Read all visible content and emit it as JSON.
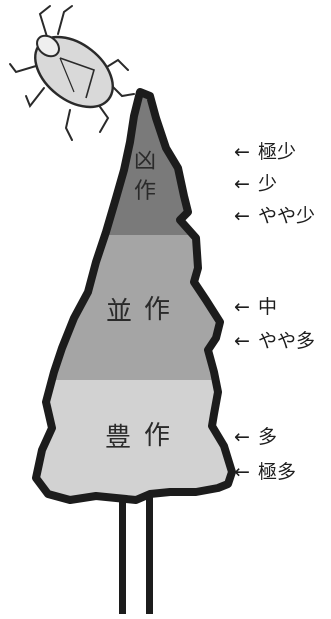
{
  "bands": [
    {
      "label_line1": "凶",
      "label_line2": "作",
      "color": "#7a7a7a"
    },
    {
      "label_line1": "並",
      "label_line2": "作",
      "color": "#a5a5a5"
    },
    {
      "label_line1": "豊",
      "label_line2": "作",
      "color": "#d2d2d2"
    }
  ],
  "arrow_symbol": "←",
  "scale_labels": [
    "極少",
    "少",
    "やや少",
    "中",
    "やや多",
    "多",
    "極多"
  ],
  "colors": {
    "outline": "#1c1c1c",
    "trunk_fill": "#ffffff",
    "insect_fill": "#d9d9d9",
    "insect_stroke": "#2a2a2a"
  },
  "icons": [
    "stink-bug-icon"
  ]
}
